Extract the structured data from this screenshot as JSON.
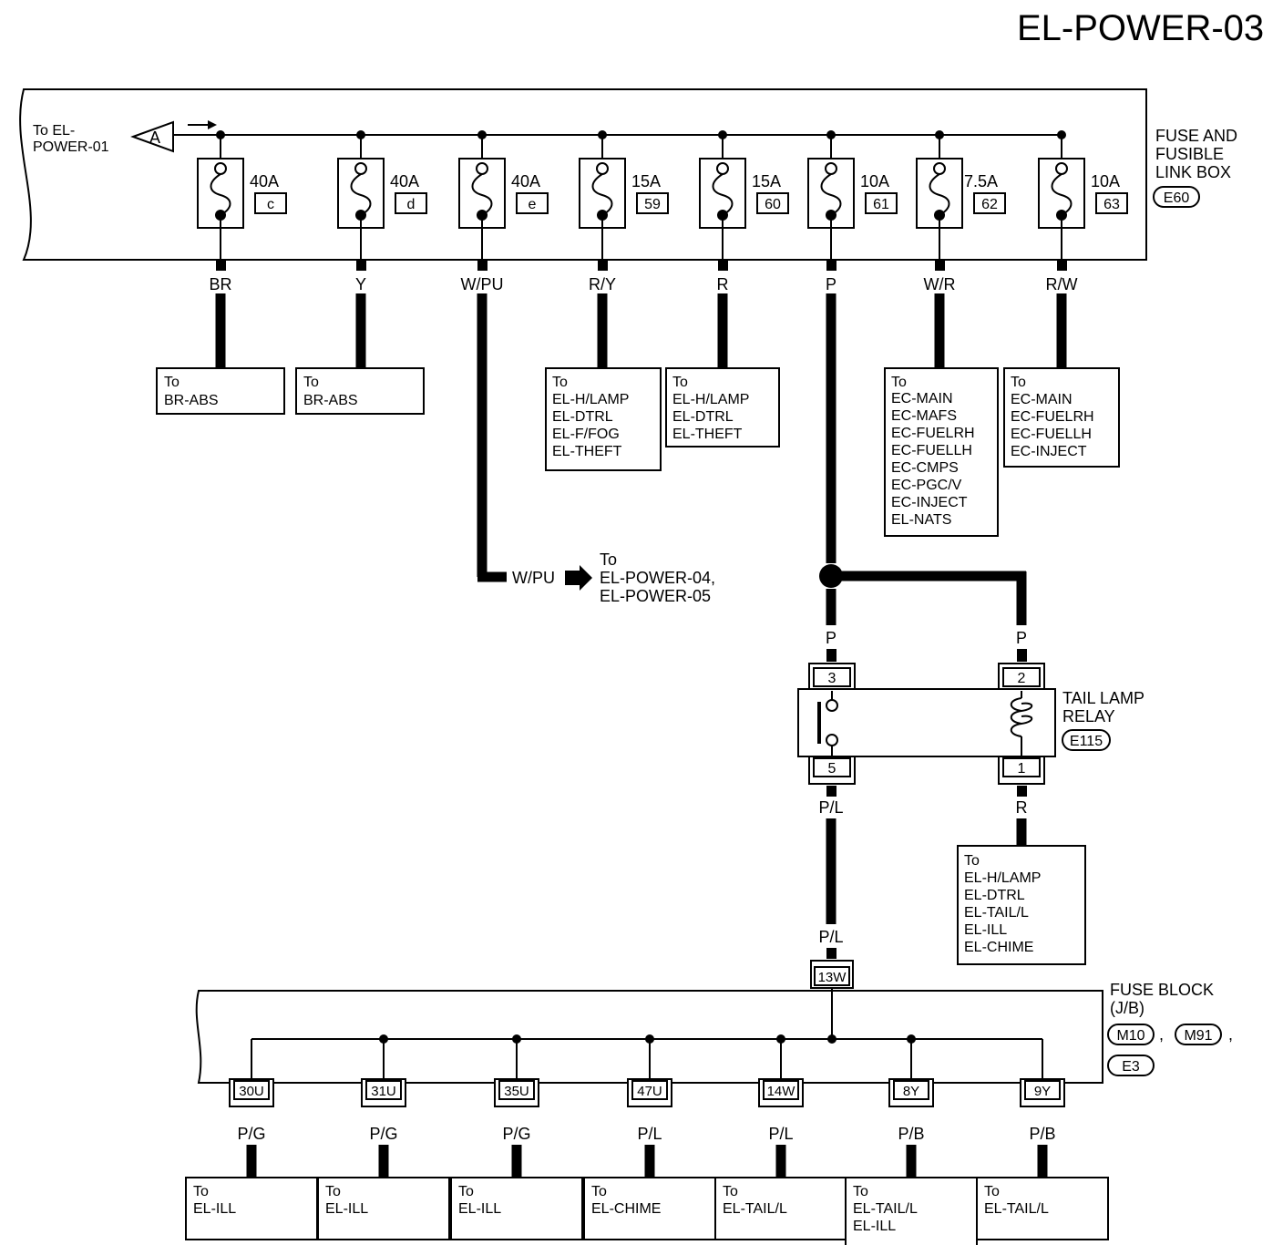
{
  "title": "EL-POWER-03",
  "fuse_box": {
    "name_lines": [
      "FUSE AND",
      "FUSIBLE",
      "LINK BOX"
    ],
    "connector": "E60",
    "from_label_lines": [
      "To EL-",
      "POWER-01"
    ],
    "from_marker": "A",
    "fuses": [
      {
        "amps": "40A",
        "id": "c",
        "wire": "BR"
      },
      {
        "amps": "40A",
        "id": "d",
        "wire": "Y"
      },
      {
        "amps": "40A",
        "id": "e",
        "wire": "W/PU"
      },
      {
        "amps": "15A",
        "id": "59",
        "wire": "R/Y"
      },
      {
        "amps": "15A",
        "id": "60",
        "wire": "R"
      },
      {
        "amps": "10A",
        "id": "61",
        "wire": "P"
      },
      {
        "amps": "7.5A",
        "id": "62",
        "wire": "W/R"
      },
      {
        "amps": "10A",
        "id": "63",
        "wire": "R/W"
      }
    ]
  },
  "destinations_top": [
    {
      "lines": [
        "To",
        "BR-ABS"
      ]
    },
    {
      "lines": [
        "To",
        "BR-ABS"
      ]
    },
    {
      "lines": [
        "To",
        "EL-H/LAMP",
        "EL-DTRL",
        "EL-F/FOG",
        "EL-THEFT"
      ]
    },
    {
      "lines": [
        "To",
        "EL-H/LAMP",
        "EL-DTRL",
        "EL-THEFT"
      ]
    },
    {
      "lines": [
        "To",
        "EC-MAIN",
        "EC-MAFS",
        "EC-FUELRH",
        "EC-FUELLH",
        "EC-CMPS",
        "EC-PGC/V",
        "EC-INJECT",
        "EL-NATS"
      ]
    },
    {
      "lines": [
        "To",
        "EC-MAIN",
        "EC-FUELRH",
        "EC-FUELLH",
        "EC-INJECT"
      ]
    }
  ],
  "wpu_route": {
    "wire": "W/PU",
    "lines": [
      "To",
      "EL-POWER-04,",
      "EL-POWER-05"
    ]
  },
  "relay": {
    "name_lines": [
      "TAIL LAMP",
      "RELAY"
    ],
    "connector": "E115",
    "pins": {
      "p3": "3",
      "p2": "2",
      "p5": "5",
      "p1": "1"
    },
    "wires": {
      "in_left": "P",
      "in_right": "P",
      "out5": "P/L",
      "out1": "R",
      "to_block": "P/L"
    },
    "dest_lines": [
      "To",
      "EL-H/LAMP",
      "EL-DTRL",
      "EL-TAIL/L",
      "EL-ILL",
      "EL-CHIME"
    ]
  },
  "fuse_block": {
    "name_lines": [
      "FUSE BLOCK",
      "(J/B)"
    ],
    "connectors": [
      "M10",
      "M91",
      "E3"
    ],
    "input_pin": "13W",
    "outputs": [
      {
        "pin": "30U",
        "wire": "P/G",
        "lines": [
          "To",
          "EL-ILL"
        ]
      },
      {
        "pin": "31U",
        "wire": "P/G",
        "lines": [
          "To",
          "EL-ILL"
        ]
      },
      {
        "pin": "35U",
        "wire": "P/G",
        "lines": [
          "To",
          "EL-ILL"
        ]
      },
      {
        "pin": "47U",
        "wire": "P/L",
        "lines": [
          "To",
          "EL-CHIME"
        ]
      },
      {
        "pin": "14W",
        "wire": "P/L",
        "lines": [
          "To",
          "EL-TAIL/L"
        ]
      },
      {
        "pin": "8Y",
        "wire": "P/B",
        "lines": [
          "To",
          "EL-TAIL/L",
          "EL-ILL"
        ]
      },
      {
        "pin": "9Y",
        "wire": "P/B",
        "lines": [
          "To",
          "EL-TAIL/L"
        ]
      }
    ]
  }
}
